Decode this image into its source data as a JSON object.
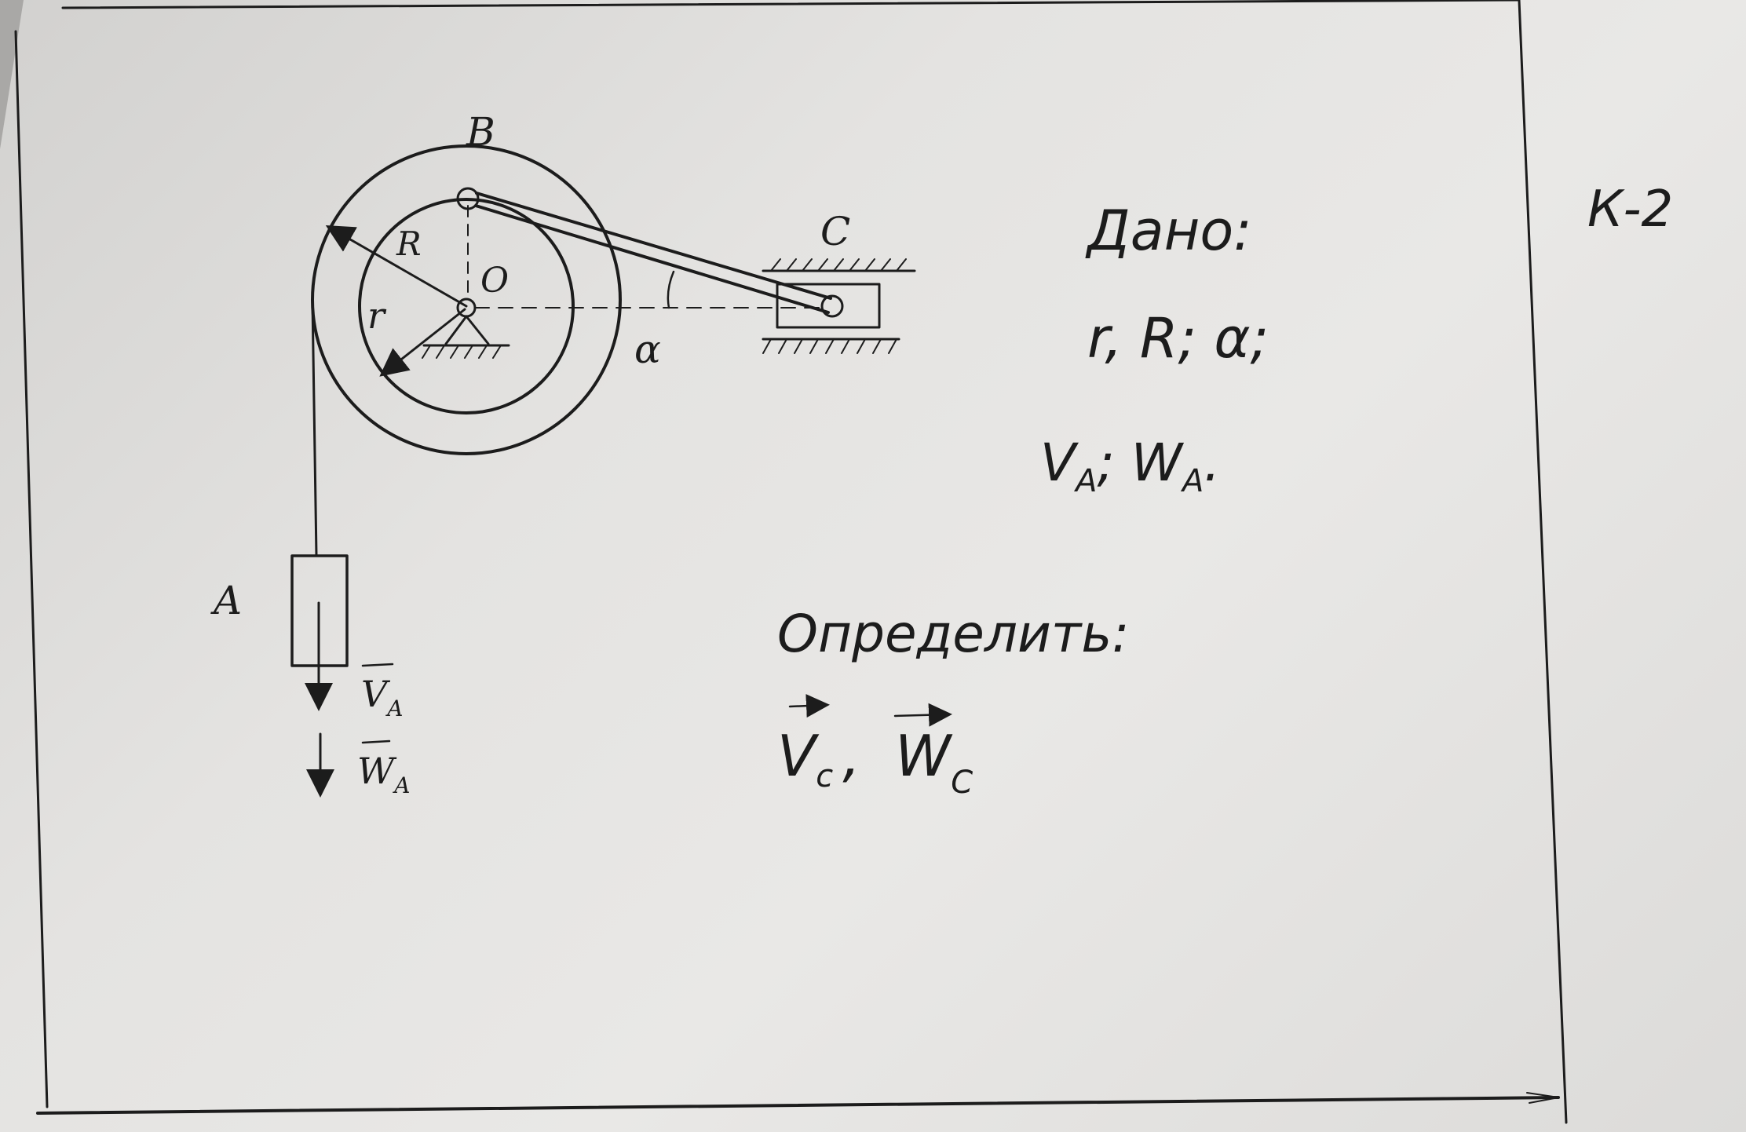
{
  "labels": {
    "point_b": "B",
    "point_c": "C",
    "point_o": "O",
    "point_a": "A",
    "radius_big": "R",
    "radius_small": "r",
    "angle": "α",
    "velocity_a": "V",
    "velocity_a_sub": "A",
    "accel_a": "W",
    "accel_a_sub": "A"
  },
  "given": {
    "heading": "Дано:",
    "params": "r, R; α;",
    "quantities": "V",
    "quantities_sub1": "A",
    "quantities_mid": "; W",
    "quantities_sub2": "A",
    "quantities_end": "."
  },
  "find": {
    "heading": "Определить:",
    "v": "V",
    "v_sub": "c",
    "w": "W",
    "w_sub": "C",
    "sep": ","
  },
  "problem_id": "К-2",
  "colors": {
    "ink": "#1c1c1c",
    "paper": "#e6e5e3"
  }
}
